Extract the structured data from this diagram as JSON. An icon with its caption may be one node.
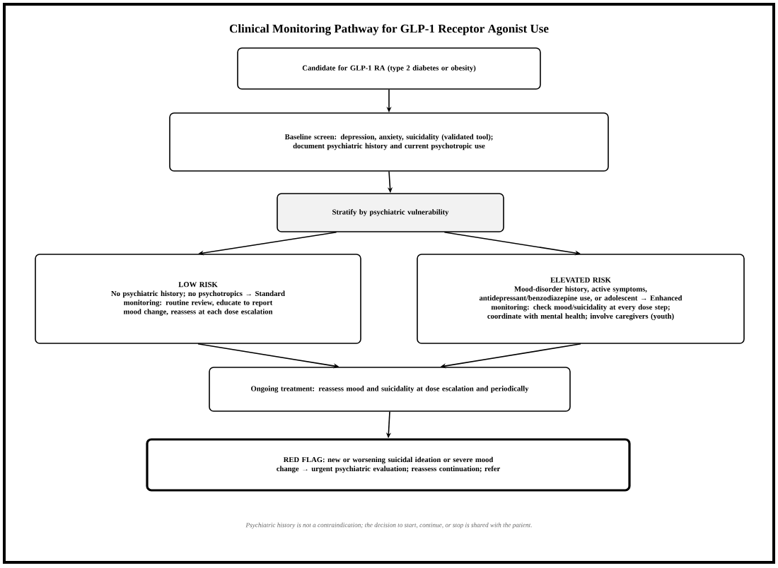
{
  "diagram": {
    "title": "Clinical Monitoring Pathway for GLP-1 Receptor Agonist Use",
    "nodes": [
      {
        "text": [
          "Candidate for GLP-1 RA (type 2 diabetes or obesity)"
        ]
      },
      {
        "text": [
          "Baseline screen: depression, anxiety, suicidality (validated tool); document psychiatric history and current psychotropic use"
        ]
      },
      {
        "text": [
          "Stratify by psychiatric vulnerability"
        ]
      },
      {
        "text": [
          "LOW RISK",
          "No psychiatric history; no psychotropics → Standard monitoring: routine review, educate to report mood change, reassess at each dose escalation"
        ]
      },
      {
        "text": [
          "ELEVATED RISK",
          "Mood-disorder history, active symptoms, antidepressant/benzodiazepine use, or adolescent → Enhanced monitoring: check mood/suicidality at every dose step; coordinate with mental health; involve caregivers (youth)"
        ]
      },
      {
        "text": [
          "Ongoing treatment: reassess mood and suicidality at dose escalation and periodically"
        ]
      },
      {
        "text": [
          "RED FLAG: new or worsening suicidal ideation or severe mood change → urgent psychiatric evaluation; reassess continuation; refer"
        ]
      }
    ],
    "edges": [
      {
        "from": 0,
        "to": 1,
        "arrow": "to"
      },
      {
        "from": 1,
        "to": 2,
        "arrow": "to"
      },
      {
        "from": 2,
        "to": 3,
        "arrow": "to"
      },
      {
        "from": 2,
        "to": 4,
        "arrow": "to"
      },
      {
        "from": 3,
        "to": 5,
        "arrow": "to"
      },
      {
        "from": 4,
        "to": 5,
        "arrow": "to"
      },
      {
        "from": 5,
        "to": 6,
        "arrow": "to"
      }
    ],
    "caption": "Psychiatric history is not a contraindication; the decision to start, continue, or stop is shared with the patient."
  }
}
